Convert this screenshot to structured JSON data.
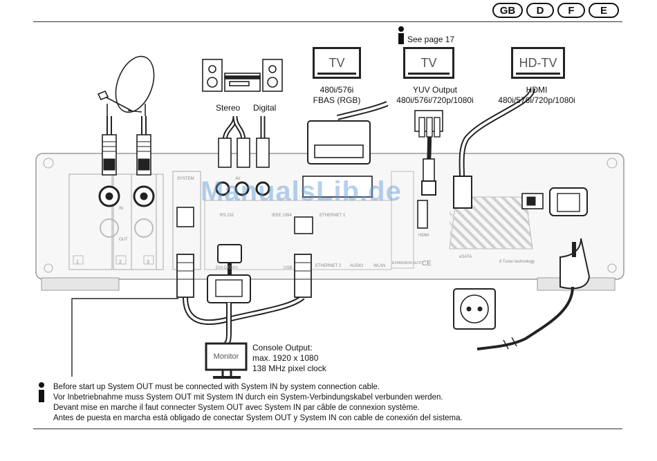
{
  "languages": [
    "GB",
    "D",
    "F",
    "E"
  ],
  "tv_left": {
    "screen": "TV",
    "line1": "480i/576i",
    "line2": "FBAS (RGB)"
  },
  "tv_mid": {
    "see_page": "See page 17",
    "screen": "TV",
    "line1": "YUV Output",
    "line2": "480i/576i/720p/1080i"
  },
  "tv_right": {
    "screen": "HD-TV",
    "line1": "HDMI",
    "line2": "480i/576i/720p/1080i"
  },
  "audio": {
    "stereo": "Stereo",
    "digital": "Digital"
  },
  "monitor": {
    "screen": "Monitor",
    "line1": "Console Output:",
    "line2": "max. 1920 x 1080",
    "line3": "138 MHz pixel clock"
  },
  "notes": [
    "Before start up System OUT must be connected with System IN by system connection cable.",
    "Vor Inbetriebnahme muss System OUT mit System IN durch ein System-Verbindungskabel verbunden werden.",
    "Devant mise en marche il faut connecter System OUT avec System IN par câble de connexion système.",
    "Antes de puesta en marcha está obligado de conectar System OUT y System IN con cable de conexión del sistema."
  ],
  "watermark": "ManualsLib.de",
  "panel_labels": {
    "ethernet1": "ETHERNET 1",
    "ethernet2": "ETHERNET 2",
    "audio": "AUDIO",
    "wlan": "WLAN",
    "hdmi": "HDMI",
    "esata": "eSATA",
    "expansion": "EXPANSION SLOT",
    "ce": "CE",
    "tuner": "6 Tuner technology",
    "ieee1394": "IEEE 1394",
    "dvi": "DVI-D/DVI-I",
    "system": "SYSTEM",
    "rs232": "RS 232",
    "usb": "USB",
    "av": "AV",
    "out": "OUT",
    "in": "IN"
  },
  "slots": [
    "1",
    "2",
    "3"
  ]
}
